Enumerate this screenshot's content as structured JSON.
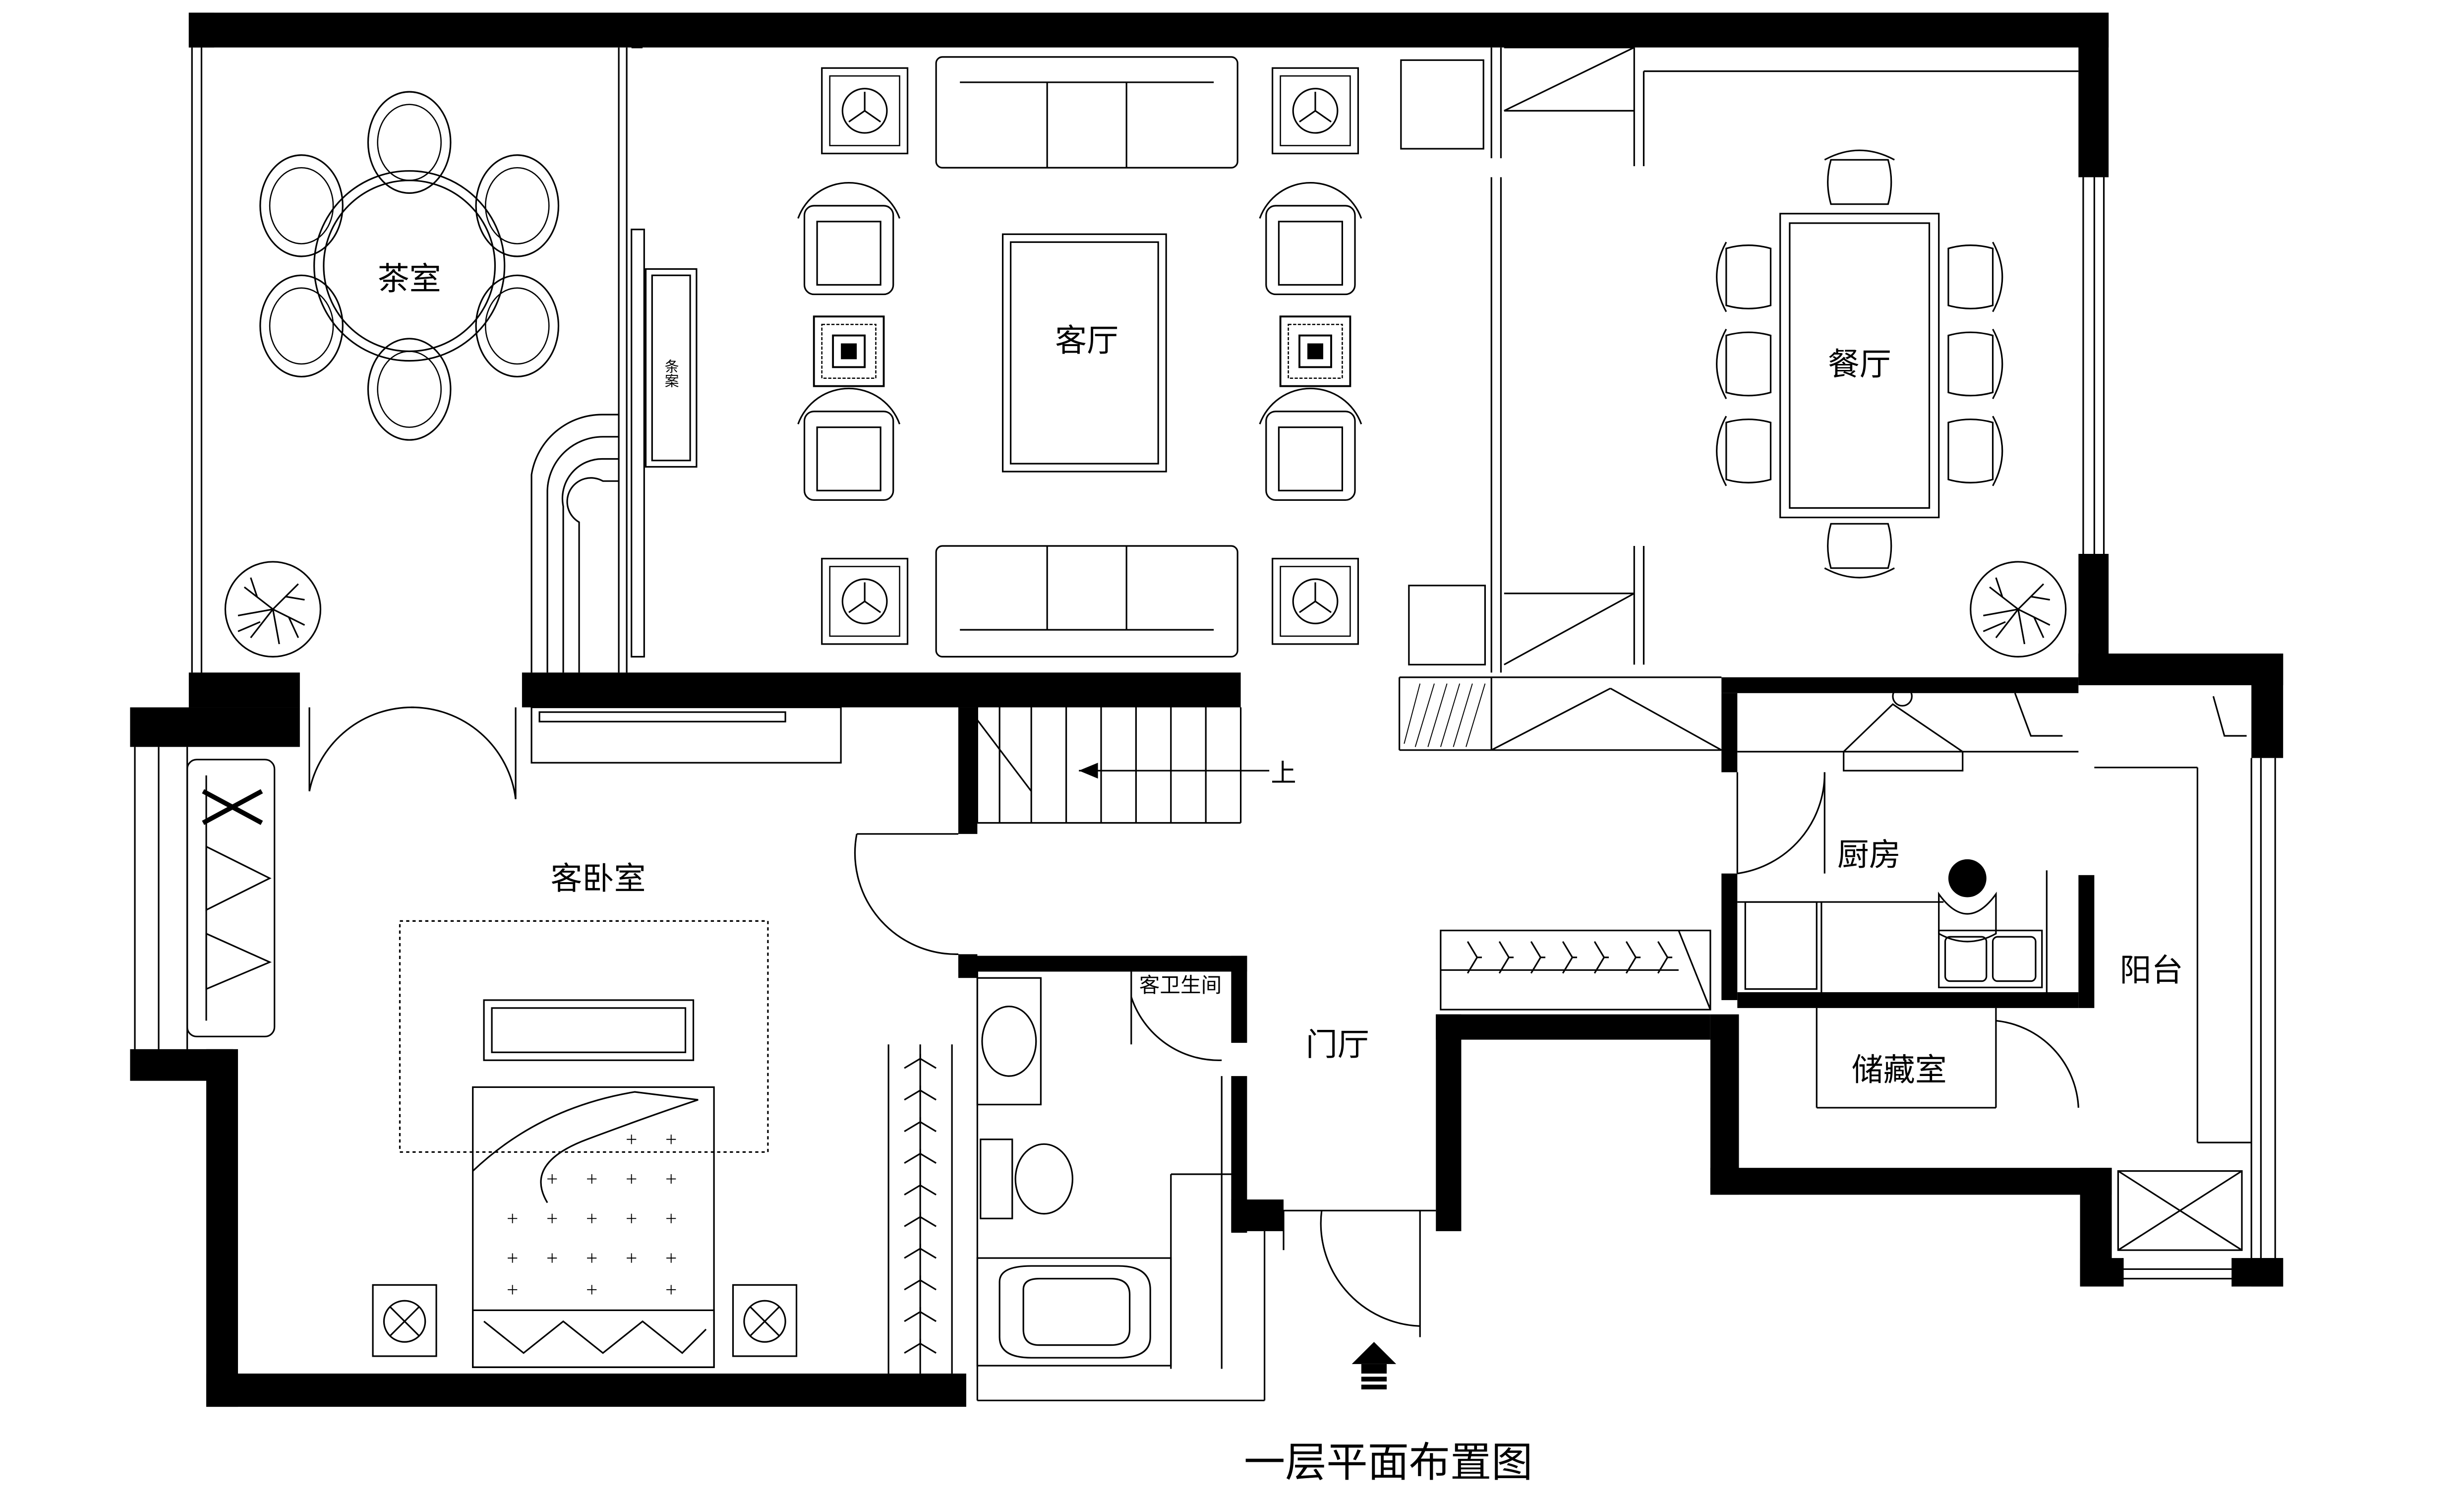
{
  "plan_title": "一层平面布置图",
  "rooms": {
    "tea_room": "茶室",
    "living_room": "客厅",
    "dining_room": "餐厅",
    "guest_bedroom": "客卧室",
    "kitchen": "厨房",
    "guest_bathroom": "客卫生间",
    "foyer": "门厅",
    "balcony": "阳台",
    "storage_room": "储藏室"
  },
  "labels": {
    "stair_up": "上",
    "console_table": "条案"
  },
  "colors": {
    "wall": "#000000",
    "line": "#000000",
    "background": "#ffffff"
  },
  "icons": [
    "entrance-arrow-icon",
    "plant-icon",
    "lamp-table-icon",
    "stair-direction-arrow-icon"
  ]
}
